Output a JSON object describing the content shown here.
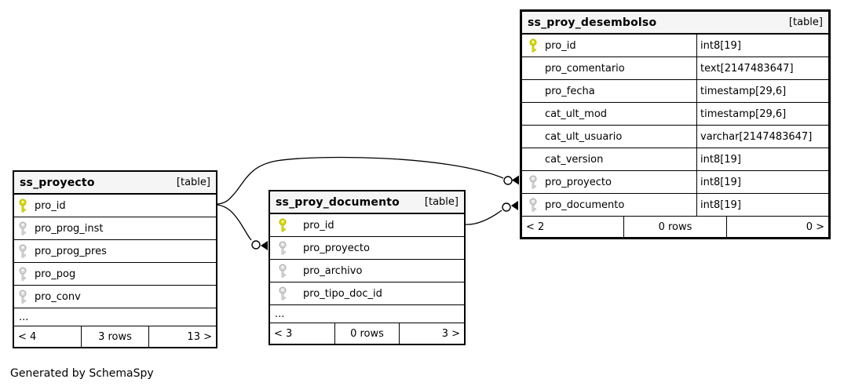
{
  "footer_note": "Generated by SchemaSpy",
  "colors": {
    "primary_key": "#dcdc00",
    "primary_key_outline": "#b3b300",
    "secondary_key": "#dadada",
    "secondary_key_outline": "#a8a8a8",
    "header_bg": "#f5f5f5",
    "border": "#000000",
    "background": "#ffffff"
  },
  "tables": [
    {
      "id": "proyecto",
      "title": "ss_proyecto",
      "badge": "[table]",
      "columns": [
        {
          "name": "pro_id",
          "key": "pk"
        },
        {
          "name": "pro_prog_inst",
          "key": "fk"
        },
        {
          "name": "pro_prog_pres",
          "key": "fk"
        },
        {
          "name": "pro_pog",
          "key": "fk"
        },
        {
          "name": "pro_conv",
          "key": "fk"
        }
      ],
      "truncated": "...",
      "footer": [
        "< 4",
        "3 rows",
        "13 >"
      ]
    },
    {
      "id": "documento",
      "title": "ss_proy_documento",
      "badge": "[table]",
      "columns": [
        {
          "name": "pro_id",
          "key": "pk"
        },
        {
          "name": "pro_proyecto",
          "key": "fk"
        },
        {
          "name": "pro_archivo",
          "key": "fk"
        },
        {
          "name": "pro_tipo_doc_id",
          "key": "fk"
        }
      ],
      "truncated": "...",
      "footer": [
        "< 3",
        "0 rows",
        "3 >"
      ]
    },
    {
      "id": "desembolso",
      "title": "ss_proy_desembolso",
      "badge": "[table]",
      "columns": [
        {
          "name": "pro_id",
          "key": "pk",
          "type": "int8[19]"
        },
        {
          "name": "pro_comentario",
          "key": null,
          "type": "text[2147483647]"
        },
        {
          "name": "pro_fecha",
          "key": null,
          "type": "timestamp[29,6]"
        },
        {
          "name": "cat_ult_mod",
          "key": null,
          "type": "timestamp[29,6]"
        },
        {
          "name": "cat_ult_usuario",
          "key": null,
          "type": "varchar[2147483647]"
        },
        {
          "name": "cat_version",
          "key": null,
          "type": "int8[19]"
        },
        {
          "name": "pro_proyecto",
          "key": "fk",
          "type": "int8[19]"
        },
        {
          "name": "pro_documento",
          "key": "fk",
          "type": "int8[19]"
        }
      ],
      "footer": [
        "< 2",
        "0 rows",
        "0 >"
      ]
    }
  ],
  "relationships": [
    {
      "from": "ss_proyecto.pro_id",
      "to": "ss_proy_desembolso.pro_proyecto"
    },
    {
      "from": "ss_proyecto.pro_id",
      "to": "ss_proy_documento.pro_proyecto"
    },
    {
      "from": "ss_proy_documento.pro_id",
      "to": "ss_proy_desembolso.pro_documento"
    }
  ]
}
